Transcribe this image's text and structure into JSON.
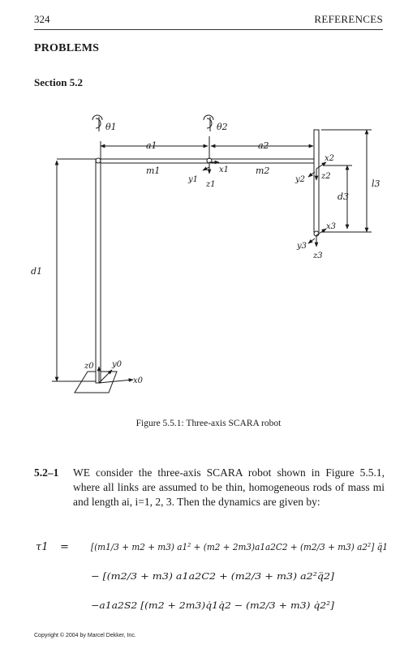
{
  "header": {
    "page_number": "324",
    "running_title": "REFERENCES"
  },
  "heading": "PROBLEMS",
  "section": "Section 5.2",
  "figure": {
    "labels": {
      "theta1": "θ1",
      "theta2": "θ2",
      "a1": "a1",
      "a2": "a2",
      "m1": "m1",
      "m2": "m2",
      "y1": "y1",
      "x1": "x1",
      "z1": "z1",
      "y2": "y2",
      "x2": "x2",
      "z2": "z2",
      "y3": "y3",
      "x3": "x3",
      "z3": "z3",
      "l3": "l3",
      "d3": "d3",
      "d1": "d1",
      "z0": "z0",
      "y0": "y0",
      "x0": "x0"
    }
  },
  "caption": "Figure 5.5.1: Three-axis SCARA robot",
  "problem": {
    "number": "5.2–1",
    "text": "WE consider the three-axis SCARA robot shown in Figure 5.5.1, where all links are assumed to be thin, homogeneous rods of mass mi and length ai, i=1, 2, 3. Then the dynamics are given by:"
  },
  "equation": {
    "lhs": "τ1",
    "eq": "=",
    "line1": "[(m1/3 + m2 + m3) a1² + (m2 + 2m3)a1a2C2 + (m2/3 + m3) a2²] q̈1",
    "line2": "− [(m2/3 + m3) a1a2C2 + (m2/3 + m3) a2²q̈2]",
    "line3": "−a1a2S2 [(m2 + 2m3)q̇1q̇2 − (m2/3 + m3) q̇2²]"
  },
  "copyright": "Copyright © 2004 by Marcel Dekker, Inc."
}
